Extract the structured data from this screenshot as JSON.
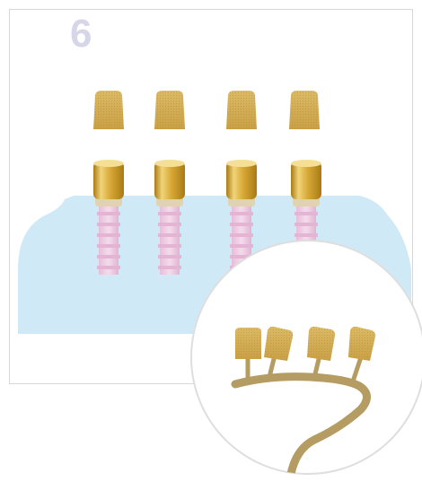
{
  "step": {
    "number": "6"
  },
  "colors": {
    "gum": "#cfe9f7",
    "implant_pink": "#e9c7df",
    "gold_light": "#f1d47a",
    "gold_mid": "#d8a937",
    "gold_dark": "#a97a14",
    "cap_tan": "#d7b25a",
    "tree_tan": "#b59c63",
    "magnifier_border": "#dedede",
    "panel_border": "#d8d8d8",
    "step_number": "#d6d6e8"
  },
  "diagram": {
    "caps_count": 4,
    "implants_count": 4,
    "tree_caps_count": 4
  }
}
